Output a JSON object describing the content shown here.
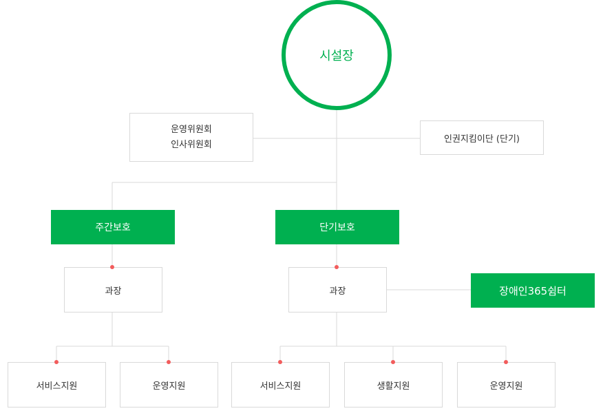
{
  "director": "시설장",
  "committees": [
    "운영위원회",
    "인사위원회"
  ],
  "rights_group": "인권지킴이단 (단기)",
  "departments": {
    "day_care": "주간보호",
    "short_term": "단기보호"
  },
  "managers": {
    "day_care": "과장",
    "short_term": "과장"
  },
  "shelter": "장애인365쉼터",
  "teams": {
    "day_care": [
      "서비스지원",
      "운영지원"
    ],
    "short_term": [
      "서비스지원",
      "생활지원",
      "운영지원"
    ]
  },
  "colors": {
    "accent": "#00b050",
    "connector_dot": "#f25c5c",
    "line": "#d9d9d9"
  }
}
